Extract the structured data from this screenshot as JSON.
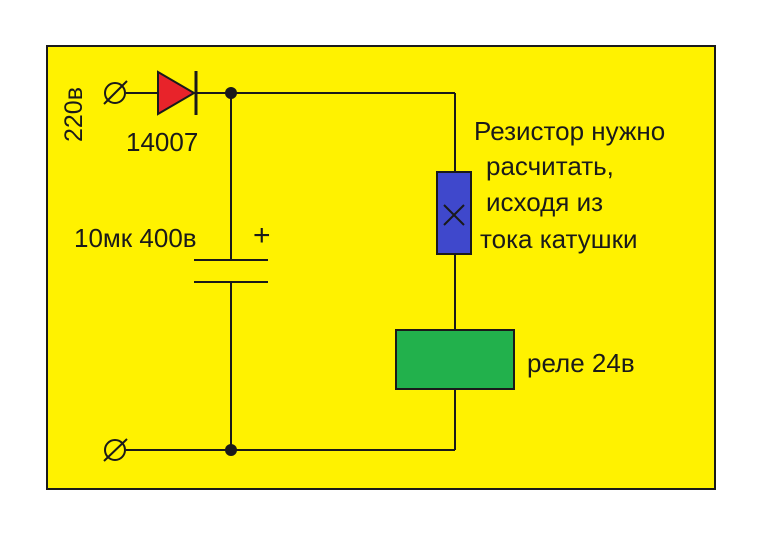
{
  "diagram": {
    "colors": {
      "background": "#FFF200",
      "wire": "#1a1a1a",
      "diode": "#E8232A",
      "resistor": "#3F48CC",
      "relay": "#22B14C"
    },
    "labels": {
      "voltage": "220в",
      "diode": "14007",
      "capacitor": "10мк 400в",
      "capacitor_polarity": "+",
      "resistor_note": [
        "Резистор нужно",
        "расчитать,",
        "исходя из",
        "тока катушки"
      ],
      "relay": "реле 24в"
    }
  }
}
